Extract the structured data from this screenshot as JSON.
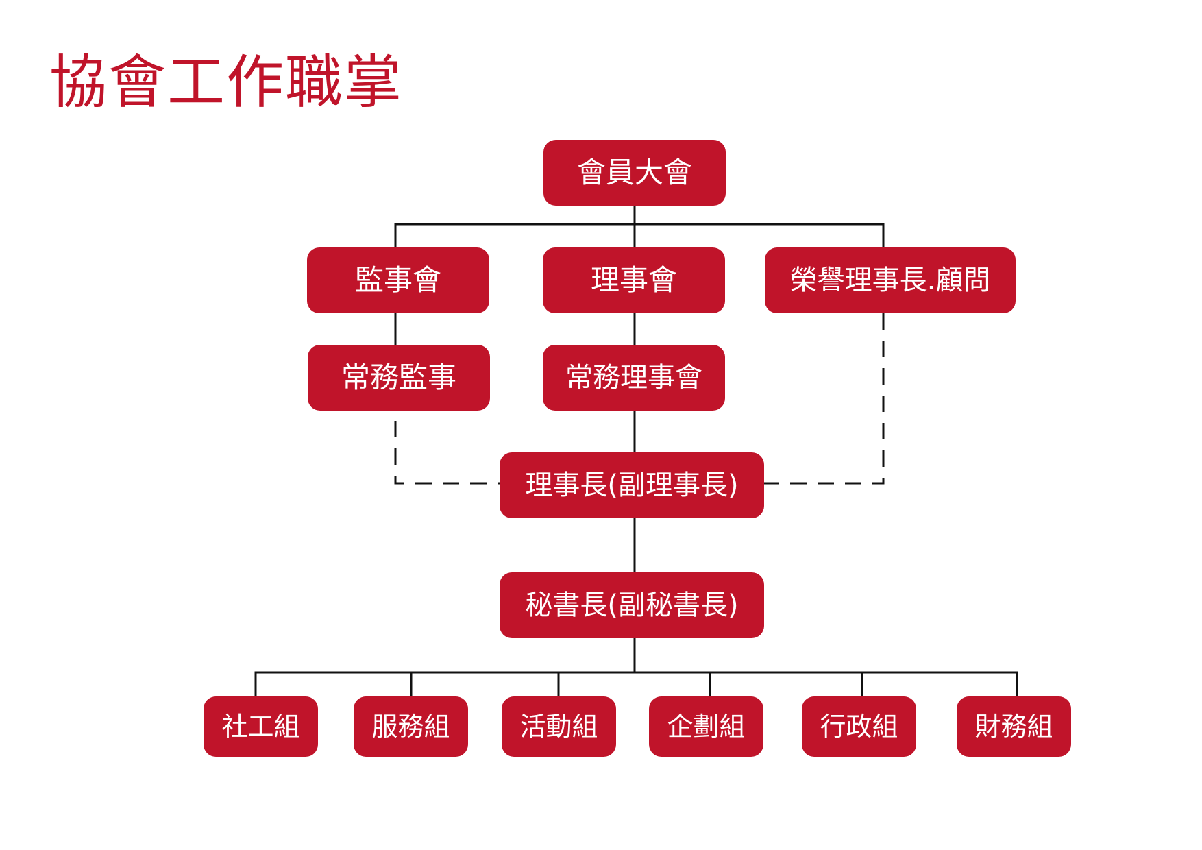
{
  "title": "協會工作職掌",
  "colors": {
    "accent": "#c0142a",
    "node_text": "#ffffff",
    "line": "#111111"
  },
  "nodes": {
    "general_assembly": "會員大會",
    "supervisors": "監事會",
    "directors": "理事會",
    "honorary": "榮譽理事長.顧問",
    "exec_supervisor": "常務監事",
    "exec_directors": "常務理事會",
    "chairman": "理事長(副理事長)",
    "secretary_general": "秘書長(副秘書長)"
  },
  "departments": [
    "社工組",
    "服務組",
    "活動組",
    "企劃組",
    "行政組",
    "財務組"
  ]
}
